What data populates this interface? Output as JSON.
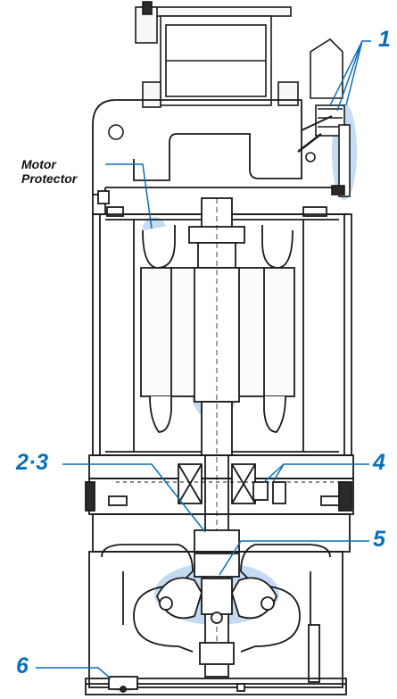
{
  "diagram": {
    "callouts": {
      "c1": "1",
      "c23": "2·3",
      "c4": "4",
      "c5": "5",
      "c6": "6",
      "motor_protector_line1": "Motor",
      "motor_protector_line2": "Protector"
    },
    "colors": {
      "line": "#1a1a1a",
      "callout": "#0b6fb8",
      "highlight": "#bcd8f2",
      "casing": "#f4f4f4",
      "dark": "#2a2a2a"
    }
  }
}
